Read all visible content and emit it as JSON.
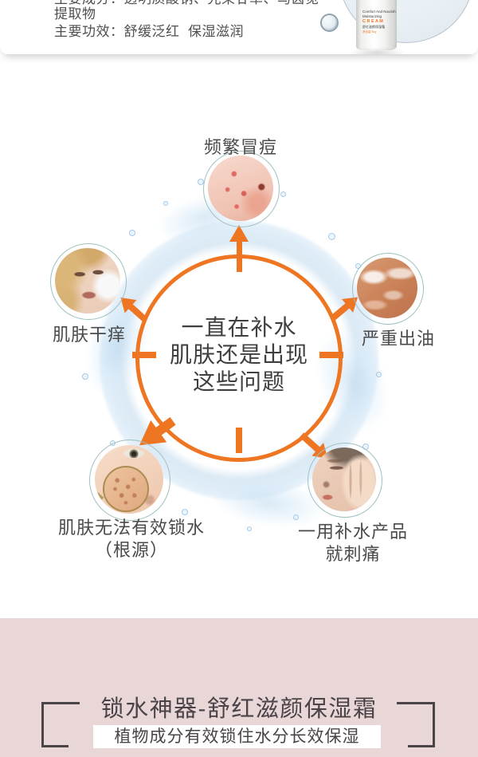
{
  "meta": {
    "accent_orange": "#ee7623",
    "pink_bg": "#e9d6d6",
    "text_dark": "#4a4a4a",
    "teal_ring": "#9fc0c0"
  },
  "product_card": {
    "ingredients_line_top_clipped": "主要成分：透明质酸钠、光果甘草、马齿苋",
    "ingredients_line_bottom": "提取物",
    "efficacy_line": "主要功效：舒缓泛红  保湿滋润",
    "bottle": {
      "en_line1": "Comfort And Nourish",
      "en_line2": "Moisturizing",
      "cream": "C R E A M",
      "cn_name": "舒红滋颜保湿霜",
      "net": "净含量 50g"
    }
  },
  "diagram": {
    "center_lines": [
      "一直在补水",
      "肌肤还是出现",
      "这些问题"
    ],
    "labels": {
      "top": "频繁冒痘",
      "left": "肌肤干痒",
      "right": "严重出油",
      "bottom_left_1": "肌肤无法有效锁水",
      "bottom_left_2": "（根源）",
      "bottom_right_1": "一用补水产品",
      "bottom_right_2": "就刺痛"
    }
  },
  "footer": {
    "title": "锁水神器-舒红滋颜保湿霜",
    "subtitle": "植物成分有效锁住水分长效保湿"
  }
}
